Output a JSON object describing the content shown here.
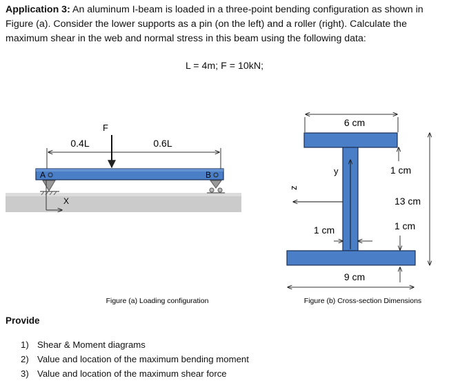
{
  "problem": {
    "heading": "Application 3:",
    "body": "An aluminum I-beam is loaded in a three-point bending configuration as shown in Figure (a). Consider the lower supports as a pin (on the left) and a roller (right). Calculate the maximum shear in the web and normal stress in this beam using the following data:",
    "given": "L = 4m; F = 10kN;"
  },
  "figure_a": {
    "caption": "Figure (a) Loading configuration",
    "force_label": "F",
    "left_span": "0.4L",
    "right_span": "0.6L",
    "support_a": "A",
    "support_b": "B",
    "axis_x": "X"
  },
  "figure_b": {
    "caption": "Figure (b) Cross-section Dimensions",
    "top_width": "6 cm",
    "bottom_width": "9 cm",
    "flange_top": "1 cm",
    "web_height": "13 cm",
    "flange_bottom": "1 cm",
    "web_thickness": "1 cm",
    "axis_y": "y",
    "axis_z": "z"
  },
  "provide": {
    "heading": "Provide",
    "items": [
      {
        "num": "1)",
        "text": "Shear & Moment diagrams"
      },
      {
        "num": "2)",
        "text": "Value and location of the maximum bending moment"
      },
      {
        "num": "3)",
        "text": "Value and location of the maximum shear force"
      }
    ]
  },
  "colors": {
    "beam_fill": "#4a7fc7",
    "beam_edge": "#1a2f55",
    "ground": "#c9c9c9"
  }
}
